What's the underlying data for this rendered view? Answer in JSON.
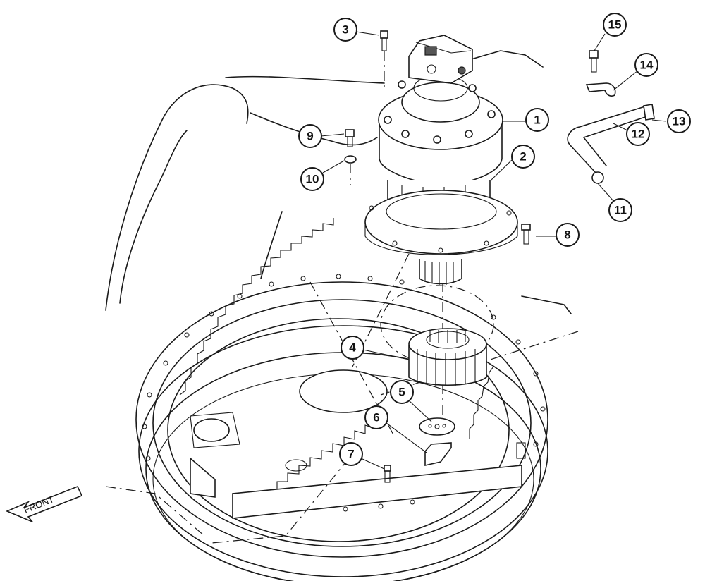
{
  "callouts": [
    {
      "id": "1",
      "label": "1"
    },
    {
      "id": "2",
      "label": "2"
    },
    {
      "id": "3",
      "label": "3"
    },
    {
      "id": "4",
      "label": "4"
    },
    {
      "id": "5",
      "label": "5"
    },
    {
      "id": "6",
      "label": "6"
    },
    {
      "id": "7",
      "label": "7"
    },
    {
      "id": "8",
      "label": "8"
    },
    {
      "id": "9",
      "label": "9"
    },
    {
      "id": "10",
      "label": "10"
    },
    {
      "id": "11",
      "label": "11"
    },
    {
      "id": "12",
      "label": "12"
    },
    {
      "id": "13",
      "label": "13"
    },
    {
      "id": "14",
      "label": "14"
    },
    {
      "id": "15",
      "label": "15"
    }
  ],
  "front_arrow": {
    "label": "FRONT"
  }
}
